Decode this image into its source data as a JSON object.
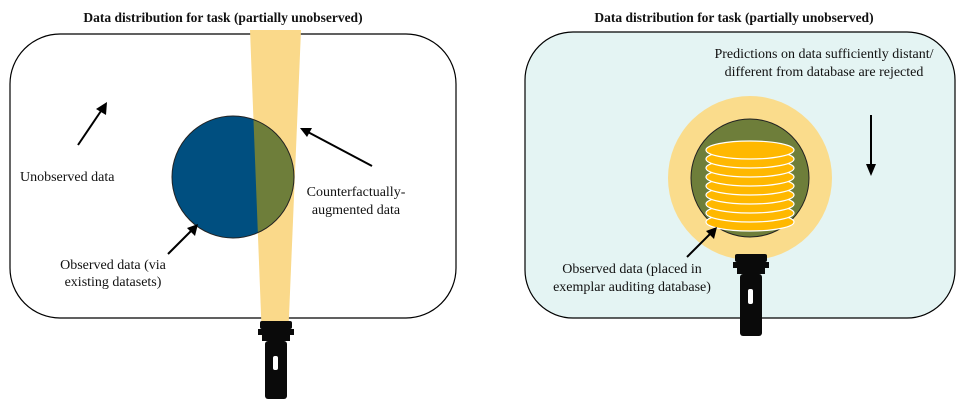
{
  "left_panel": {
    "title": "Data distribution for task (partially unobserved)",
    "unobserved_label": "Unobserved data",
    "observed_label_line1": "Observed data (via",
    "observed_label_line2": "existing datasets)",
    "counterfactual_line1": "Counterfactually-",
    "counterfactual_line2": "augmented data"
  },
  "right_panel": {
    "title": "Data distribution for task (partially unobserved)",
    "rejected_line1": "Predictions on data sufficiently distant/",
    "rejected_line2": "different from database are rejected",
    "observed_label_line1": "Observed data (placed in",
    "observed_label_line2": "exemplar auditing database)"
  },
  "colors": {
    "observed_blue": "#004f80",
    "overlap_olive": "#6e7e3a",
    "beam_yellow": "#fad98a",
    "halo_yellow": "#fadc8c",
    "coin_gold": "#ffb800",
    "panel_tint": "#e4f4f3",
    "flashlight": "#0a0a0a"
  },
  "icons": {
    "flashlight": "flashlight-icon",
    "database": "coin-stack-database-icon"
  }
}
